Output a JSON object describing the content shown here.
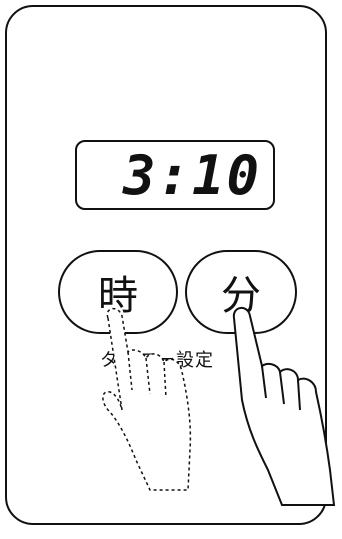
{
  "display": {
    "time": "3:10"
  },
  "buttons": {
    "hour_label": "時",
    "minute_label": "分"
  },
  "timer_setting_label": "タイマー設定"
}
